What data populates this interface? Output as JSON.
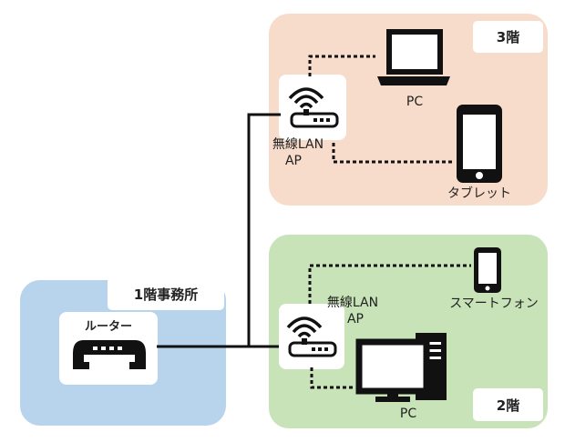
{
  "floor3": {
    "title": "3階",
    "ap_label_1": "無線LAN",
    "ap_label_2": "AP",
    "pc_label": "PC",
    "tablet_label": "タブレット"
  },
  "floor2": {
    "title": "2階",
    "ap_label_1": "無線LAN",
    "ap_label_2": "AP",
    "smartphone_label": "スマートフォン",
    "pc_label": "PC"
  },
  "floor1": {
    "title": "1階事務所",
    "router_label": "ルーター"
  },
  "colors": {
    "floor3_bg": "#f8dccb",
    "floor2_bg": "#c9e3b8",
    "floor1_bg": "#b8d4ec"
  }
}
